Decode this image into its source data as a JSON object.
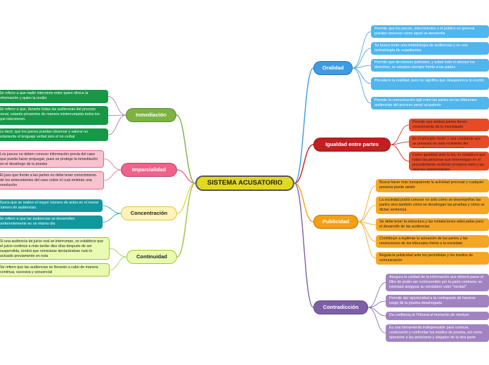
{
  "central": {
    "label": "SISTEMA ACUSATORIO",
    "color": "#e2d81d"
  },
  "branches": [
    {
      "id": "oralidad",
      "label": "Oralidad",
      "color": "#3d9be3",
      "leaf_color": "#4fb6ee",
      "text": "dark",
      "leaves": [
        "Permite que los jueces, intervinientes y el público en general puedan  observar cómo aquel se desarrolla",
        "Se busca tener una metodología de audiencias y no una metodología de expedientes",
        "Permite que decisiones judiciales, y sobre todo si afectan los derechos, se adopten siempre frente a las partes",
        "Prevalece la oralidad, pero no significa que desaparezca lo escrito",
        "Permite la comunicación ágil entre las partes en las diferentes audiencias del proceso penal acusatorio"
      ]
    },
    {
      "id": "igualdad",
      "label": "Igualdad entre partes",
      "color": "#c0201f",
      "leaf_color": "#e84b24",
      "text": "light",
      "leaves": [
        "Permite que ambas partes tienen conocimiento de lo investigado",
        "Es el principio rector y una constante que se presenta en todo momento del procedimiento penal acusatorio",
        "Como igualdad ante la ley, se establece que todas las personas que intervengan en el procedimiento recibirán el mismo trato y las mismas oportunidades"
      ]
    },
    {
      "id": "publicidad",
      "label": "Publicidad",
      "color": "#f3a012",
      "leaf_color": "#f5a623",
      "text": "light",
      "leaves": [
        "Busca hacer más transparente la actividad procesal y cualquier persona puede asistir",
        "La sociedad podrá conocer no solo cómo se desempeñan las partes sino también cómo se desahogan las pruebas y cómo se dictan sentencia",
        "Se debe tener la estructura y las instalaciones adecuadas para el desarrollo de las audiencias",
        "Contribuye a legitimar la actuación de las partes y las resoluciones de los tribunales frente a la sociedad;",
        "Regula la publicidad ante los periodistas y los medios de comunicación"
      ]
    },
    {
      "id": "contradiccion",
      "label": "Contradicción",
      "color": "#7e5fa6",
      "leaf_color": "#a183c2",
      "text": "dark",
      "leaves": [
        "Asegura la calidad de la información que deberá pasar el filtro de poder ser controvertido por la parte contraria; se intentará asegurar su verdadero valor \"verdad\"",
        "Permite dar oportunidad a la contraparte de hacerse cargo de la prueba desahogada",
        "Da confianza al Tribunal al momento de resolver",
        "Es una herramienta indispensable para conocer, controvertir y confrontar los medios de prueba, así como oponerse a las peticiones y alegatos de la otra parte"
      ]
    },
    {
      "id": "inmediacion",
      "label": "Inmediación",
      "color": "#7cb342",
      "leaf_color": "#179846",
      "text": "dark",
      "leaves": [
        "Se refiere a que nadie interviene entre quien ofrece la información y quien la recibe",
        "Se refiere a que, durante todas las audiencias del proceso penal, estarán presentes de manera ininterrumpida todos los que intervienen.",
        "Es decir, que los jueces puedan observar y valorar no solamente el lenguaje verbal sino el no verbal"
      ]
    },
    {
      "id": "imparcialidad",
      "label": "Imparcialidad",
      "color": "#f0628b",
      "leaf_color": "#f8c3cf",
      "text": "light",
      "leaves": [
        "Los jueces no deben conocer información previa del caso que pueda hacer prejuzgar, pues se protege la inmediación en el desahogo de la prueba",
        "El juez que frente a las partes no debe tener conocimiento de los antecedentes del caso sobre el cual emitirán una resolución"
      ]
    },
    {
      "id": "concentracion",
      "label": "Concentración",
      "color": "#fff3b8",
      "leaf_color": "#11979e",
      "text": "dark",
      "leaves": [
        "Busca que se realice el mayor número de actos en el menor número de audiencias.",
        "Se refiere a que las audiencias se desarrollen preferentemente en un mismo día"
      ]
    },
    {
      "id": "continuidad",
      "label": "Continuidad",
      "color": "#e9fbb0",
      "leaf_color": "#e9fbb0",
      "text": "light",
      "leaves": [
        "Si una audiencia de juicio oral se interrumpe, se establece que el juicio continúa a más tardar diez días después de ser suspendida, tendrá que reiniciarse declarándose nulo lo actuado previamente en esta",
        "Se refiere que las audiencias se llevarán a cabo de manera continua, sucesiva y secuencial"
      ]
    }
  ]
}
